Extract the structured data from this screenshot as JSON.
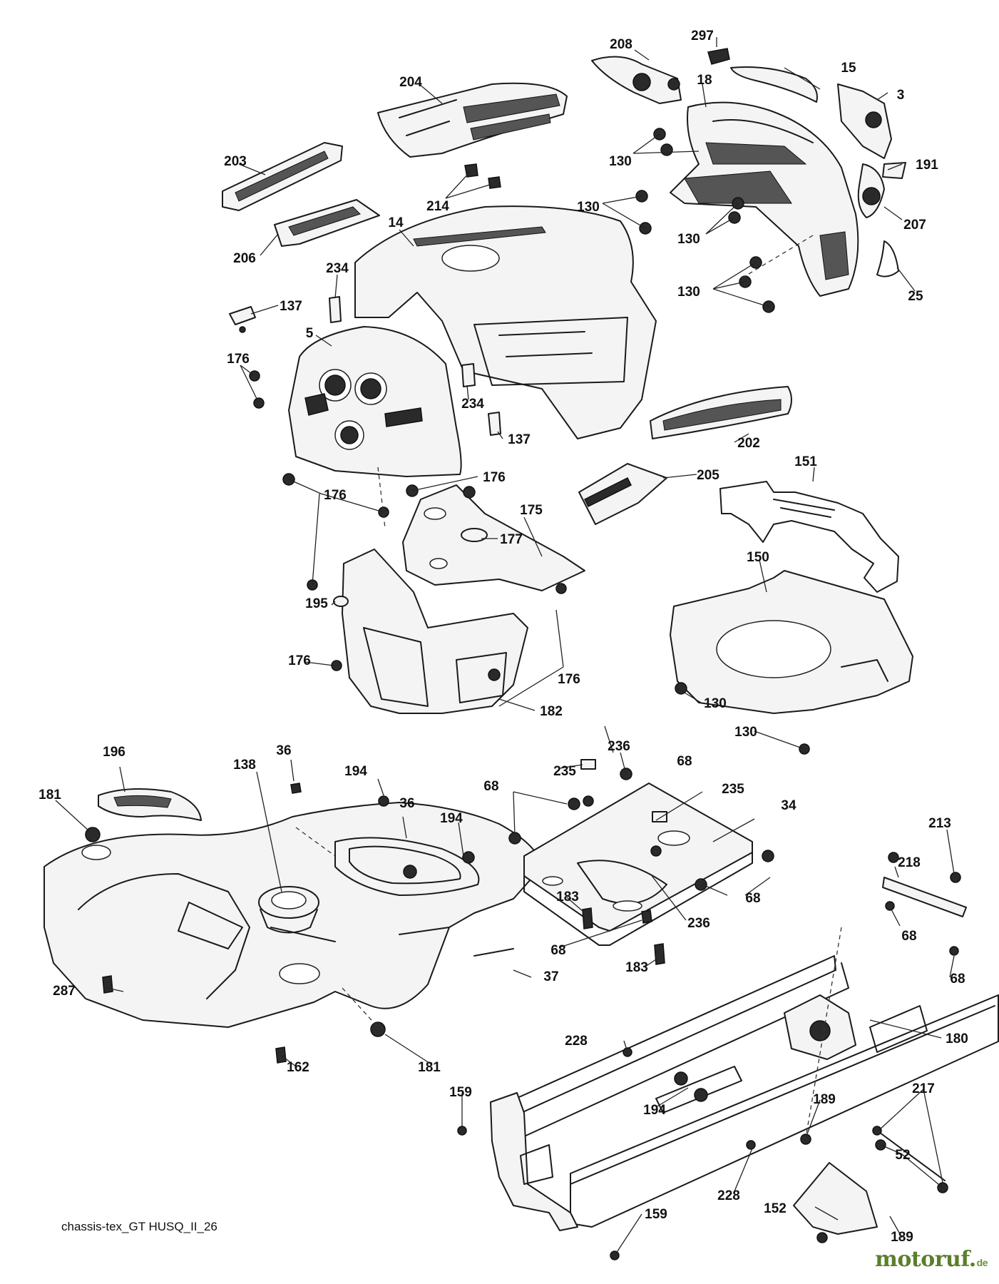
{
  "caption": "chassis-tex_GT HUSQ_II_26",
  "brand": {
    "name": "motoruf",
    "tld": "de"
  },
  "callouts": [
    "208",
    "297",
    "15",
    "204",
    "18",
    "3",
    "203",
    "130",
    "130",
    "191",
    "214",
    "130",
    "207",
    "206",
    "14",
    "130",
    "234",
    "130",
    "25",
    "137",
    "5",
    "176",
    "234",
    "202",
    "137",
    "176",
    "205",
    "151",
    "176",
    "175",
    "177",
    "150",
    "195",
    "176",
    "176",
    "182",
    "130",
    "130",
    "196",
    "138",
    "36",
    "194",
    "236",
    "68",
    "235",
    "181",
    "36",
    "68",
    "235",
    "34",
    "194",
    "213",
    "218",
    "183",
    "68",
    "236",
    "68",
    "287",
    "37",
    "68",
    "183",
    "180",
    "68",
    "228",
    "217",
    "159",
    "189",
    "194",
    "162",
    "181",
    "52",
    "228",
    "152",
    "189",
    "159"
  ]
}
